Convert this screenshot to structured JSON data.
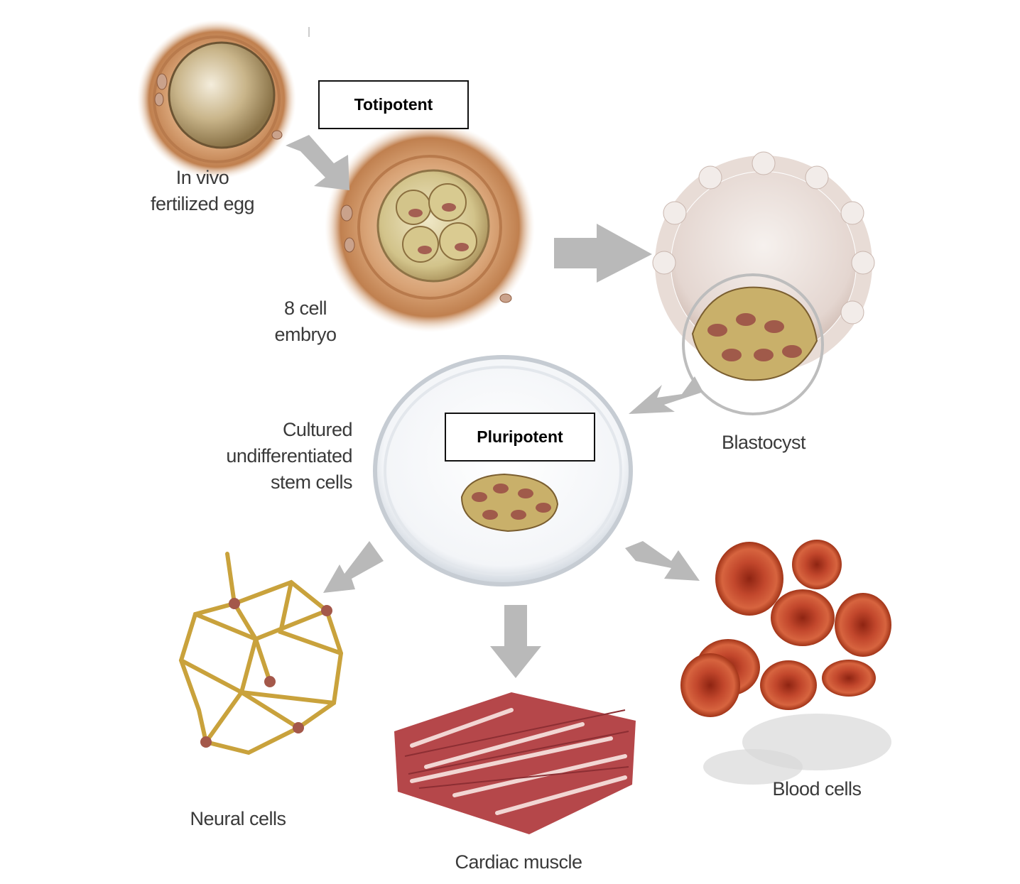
{
  "labels": {
    "fertilized_egg": [
      "In vivo",
      "fertilized egg"
    ],
    "eight_cell": [
      "8 cell",
      "embryo"
    ],
    "blastocyst": "Blastocyst",
    "cultured": [
      "Cultured",
      "undifferentiated",
      "stem cells"
    ],
    "neural": "Neural cells",
    "cardiac": "Cardiac muscle",
    "blood": "Blood cells"
  },
  "tags": {
    "totipotent": "Totipotent",
    "pluripotent": "Pluripotent"
  },
  "colors": {
    "arrow": "#b9b9b9",
    "egg_outer": "#c98a5a",
    "neural": "#c9a23c",
    "cardiac": "#b5474a",
    "blood": "#b83a22"
  }
}
